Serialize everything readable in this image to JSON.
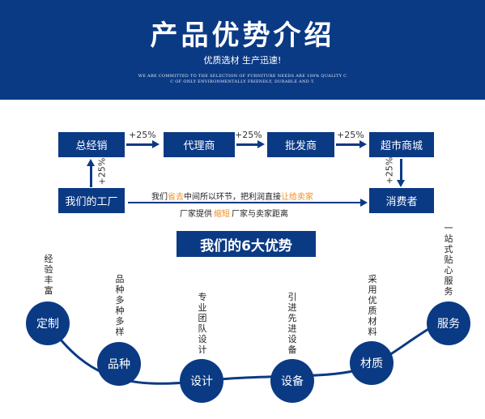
{
  "banner": {
    "title": "产品优势介绍",
    "slogan": "优质选材 生产迅速!",
    "en_line1": "WE ARE COMMITTED TO THE SELECTION OF FURNITURE NEEDS ARE 100% QUALITY C",
    "en_line2": "C OF ONLY ENVIRONMENTALLY FRIENDLY, DURABLE AND T."
  },
  "flow": {
    "distributor": "总经销",
    "agent": "代理商",
    "wholesaler": "批发商",
    "supermarket": "超市商城",
    "factory": "我们的工厂",
    "consumer": "消费者",
    "pct1": "+25%",
    "pct2": "+25%",
    "pct3": "+25%",
    "pct_left": "+25%",
    "pct_right": "+25%",
    "line1_a": "我们",
    "line1_b": "省去",
    "line1_c": "中间所以环节，把利润直接",
    "line1_d": "让给卖家",
    "line2_a": "厂家提供",
    "line2_b": "缩短",
    "line2_c": "厂家与卖家距离"
  },
  "advantages": {
    "title": "我们的6大优势",
    "items": [
      {
        "circle": "定制",
        "desc": "经验丰富"
      },
      {
        "circle": "品种",
        "desc": "品种多种多样"
      },
      {
        "circle": "设计",
        "desc": "专业团队设计"
      },
      {
        "circle": "设备",
        "desc": "引进先进设备"
      },
      {
        "circle": "材质",
        "desc": "采用优质材料"
      },
      {
        "circle": "服务",
        "desc": "一站式贴心服务"
      }
    ]
  },
  "colors": {
    "brand_blue": "#0b3a84",
    "highlight_orange": "#f28c1c"
  }
}
